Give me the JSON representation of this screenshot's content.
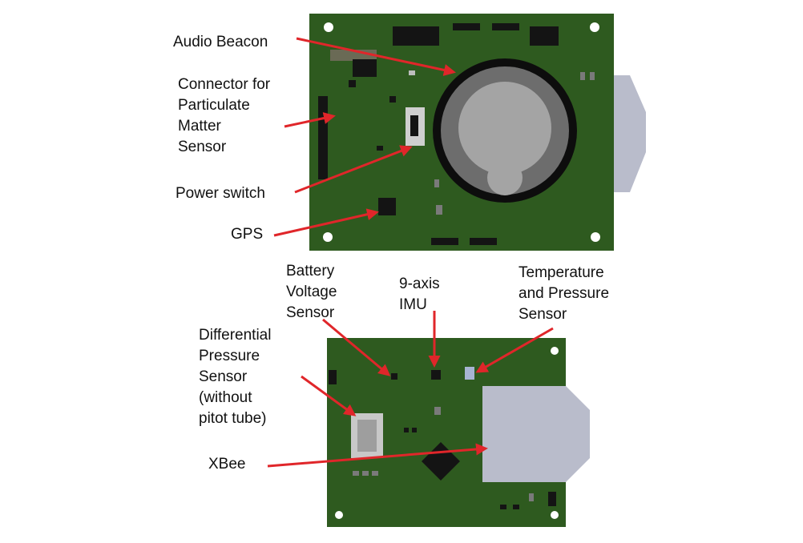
{
  "colors": {
    "pcb": "#2e5a1f",
    "pcb_dark": "#203f15",
    "arrow": "#e0262a",
    "xbee": "#b9bccb",
    "speaker_ring": "#0d0d0d",
    "speaker_fill": "#6d6d6d",
    "speaker_cap": "#a4a4a4",
    "chip": "#141414",
    "text": "#111111"
  },
  "top_board": {
    "labels": {
      "audio_beacon": "Audio Beacon",
      "particulate_connector": [
        "Connector for",
        "Particulate",
        "Matter",
        "Sensor"
      ],
      "power_switch": "Power switch",
      "gps": "GPS"
    }
  },
  "bottom_board": {
    "labels": {
      "battery_voltage_sensor": [
        "Battery",
        "Voltage",
        "Sensor"
      ],
      "imu": [
        "9-axis",
        "IMU"
      ],
      "temp_pressure_sensor": [
        "Temperature",
        "and Pressure",
        "Sensor"
      ],
      "differential_pressure_sensor": [
        "Differential",
        "Pressure",
        "Sensor",
        "(without",
        "pitot tube)"
      ],
      "xbee": "XBee"
    }
  }
}
